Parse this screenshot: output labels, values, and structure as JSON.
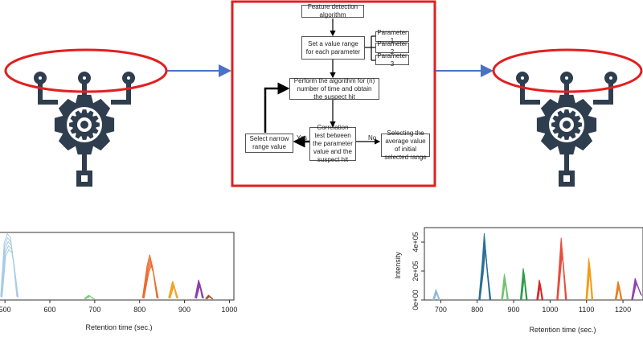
{
  "flowchart": {
    "start": "Feature detection algorithm",
    "set_range": "Set a value range for each parameter",
    "parameters": [
      "Parameter 1",
      "Parameter 2",
      "Parameter 3"
    ],
    "perform": "Perform the algorithm for (n) number of time and obtain the suspect hit",
    "correlation": "Correlation test between the parameter value and the suspect hit",
    "narrow": "Select narrow range value",
    "average": "Selecting the average value of initial selected range",
    "yes_label": "Yes",
    "no_label": "No"
  },
  "colors": {
    "frame_red": "#e02020",
    "ellipse_red": "#e02020",
    "arrow_blue": "#4a72c4",
    "gear_dark": "#2e3e4e"
  },
  "icons": [
    "gear-circuit-icon-left",
    "gear-circuit-icon-right"
  ],
  "chart_data": [
    {
      "type": "line",
      "xlabel": "Retention time (sec.)",
      "ylabel": "",
      "xlim": [
        480,
        1010
      ],
      "x_ticks": [
        "500",
        "600",
        "700",
        "800",
        "900",
        "1000"
      ],
      "series": [
        {
          "color": "#a8cbe6",
          "x": [
            492,
            500,
            507,
            514,
            520,
            528
          ],
          "y": [
            0.05,
            0.85,
            0.98,
            0.92,
            0.6,
            0.05
          ]
        },
        {
          "color": "#7ccf7c",
          "x": [
            678,
            688,
            698
          ],
          "y": [
            0.02,
            0.07,
            0.02
          ]
        },
        {
          "color": "#ee6a2c",
          "x": [
            808,
            818,
            824,
            830,
            840
          ],
          "y": [
            0.03,
            0.5,
            0.67,
            0.5,
            0.03
          ]
        },
        {
          "color": "#f5a020",
          "x": [
            866,
            875,
            884
          ],
          "y": [
            0.03,
            0.28,
            0.03
          ]
        },
        {
          "color": "#8b3fa8",
          "x": [
            925,
            933,
            941
          ],
          "y": [
            0.03,
            0.3,
            0.03
          ]
        },
        {
          "color": "#a0522d",
          "x": [
            948,
            955,
            962
          ],
          "y": [
            0.02,
            0.07,
            0.02
          ]
        }
      ]
    },
    {
      "type": "line",
      "xlabel": "Retention time (sec.)",
      "ylabel": "Intensity",
      "xlim": [
        655,
        1255
      ],
      "x_ticks": [
        "700",
        "800",
        "900",
        "1000",
        "1100",
        "1200"
      ],
      "ylim": [
        0,
        500000
      ],
      "y_ticks": [
        "0e+00",
        "2e+05",
        "4e+05"
      ],
      "series": [
        {
          "color": "#8fb8dd",
          "x": [
            680,
            688,
            696
          ],
          "y": [
            0,
            70000,
            0
          ]
        },
        {
          "color": "#2a6f97",
          "x": [
            806,
            815,
            821,
            827,
            836
          ],
          "y": [
            0,
            250000,
            460000,
            250000,
            0
          ]
        },
        {
          "color": "#72c472",
          "x": [
            868,
            876,
            884
          ],
          "y": [
            0,
            180000,
            0
          ]
        },
        {
          "color": "#2e9c4a",
          "x": [
            920,
            928,
            936
          ],
          "y": [
            0,
            220000,
            0
          ]
        },
        {
          "color": "#d62728",
          "x": [
            965,
            972,
            979
          ],
          "y": [
            0,
            140000,
            0
          ]
        },
        {
          "color": "#e84d3c",
          "x": [
            1020,
            1032,
            1044
          ],
          "y": [
            0,
            430000,
            0
          ]
        },
        {
          "color": "#f39c12",
          "x": [
            1100,
            1108,
            1116
          ],
          "y": [
            0,
            290000,
            0
          ]
        },
        {
          "color": "#e67e22",
          "x": [
            1180,
            1188,
            1196
          ],
          "y": [
            0,
            130000,
            0
          ]
        },
        {
          "color": "#8e44ad",
          "x": [
            1225,
            1235,
            1250
          ],
          "y": [
            0,
            150000,
            40000
          ]
        }
      ]
    }
  ]
}
